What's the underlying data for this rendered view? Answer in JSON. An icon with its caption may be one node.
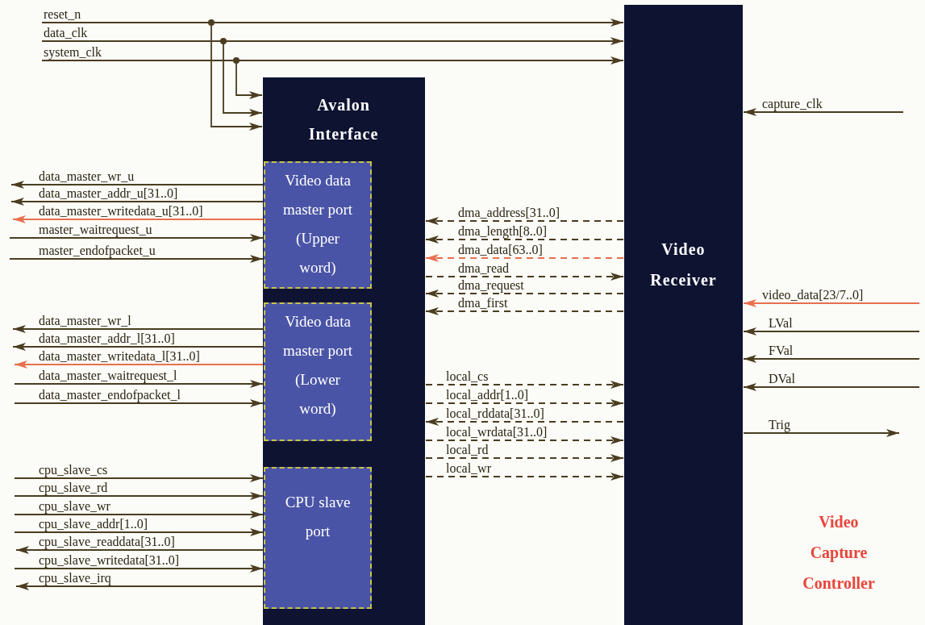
{
  "diagram": {
    "nodes": [
      {
        "text": [
          "Avalon Interface"
        ]
      },
      {
        "text": [
          "Video data master port (Upper word)"
        ],
        "in": 0
      },
      {
        "text": [
          "Video data master port (Lower word)"
        ],
        "in": 0
      },
      {
        "text": [
          "CPU slave port"
        ],
        "in": 0
      },
      {
        "text": [
          "Video Receiver"
        ]
      }
    ],
    "edges": [
      {
        "from": null,
        "to": 4,
        "arrow": "to",
        "label": "reset_n"
      },
      {
        "from": null,
        "to": 0,
        "arrow": "to"
      },
      {
        "from": null,
        "to": 4,
        "arrow": "to",
        "label": "data_clk"
      },
      {
        "from": null,
        "to": 0,
        "arrow": "to"
      },
      {
        "from": null,
        "to": 4,
        "arrow": "to",
        "label": "system_clk"
      },
      {
        "from": null,
        "to": 0,
        "arrow": "to"
      },
      {
        "from": null,
        "to": 4,
        "arrow": "to",
        "label": "capture_clk"
      },
      {
        "from": 1,
        "to": null,
        "arrow": "to",
        "label": "data_master_wr_u"
      },
      {
        "from": 1,
        "to": null,
        "arrow": "to",
        "label": "data_master_addr_u[31..0]"
      },
      {
        "from": 1,
        "to": null,
        "arrow": "to",
        "label": "data_master_writedata_u[31..0]",
        "color": "#e8704f"
      },
      {
        "from": null,
        "to": 1,
        "arrow": "to",
        "label": "master_waitrequest_u"
      },
      {
        "from": null,
        "to": 1,
        "arrow": "to",
        "label": "master_endofpacket_u"
      },
      {
        "from": 4,
        "to": 0,
        "arrow": "to",
        "label": "dma_address[31..0]",
        "style": "dashed"
      },
      {
        "from": 4,
        "to": 0,
        "arrow": "to",
        "label": "dma_length[8..0]",
        "style": "dashed"
      },
      {
        "from": 4,
        "to": 0,
        "arrow": "to",
        "label": "dma_data[63..0]",
        "style": "dashed",
        "color": "#e8704f"
      },
      {
        "from": 0,
        "to": 4,
        "arrow": "to",
        "label": "dma_read",
        "style": "dashed"
      },
      {
        "from": 4,
        "to": 0,
        "arrow": "to",
        "label": "dma_request",
        "style": "dashed"
      },
      {
        "from": 4,
        "to": 0,
        "arrow": "to",
        "label": "dma_first",
        "style": "dashed"
      },
      {
        "from": null,
        "to": 4,
        "arrow": "to",
        "label": "video_data[23/7..0]",
        "color": "#e8704f"
      },
      {
        "from": null,
        "to": 4,
        "arrow": "to",
        "label": "LVal"
      },
      {
        "from": null,
        "to": 4,
        "arrow": "to",
        "label": "FVal"
      },
      {
        "from": null,
        "to": 4,
        "arrow": "to",
        "label": "DVal"
      },
      {
        "from": 2,
        "to": null,
        "arrow": "to",
        "label": "data_master_wr_l"
      },
      {
        "from": 2,
        "to": null,
        "arrow": "to",
        "label": "data_master_addr_l[31..0]"
      },
      {
        "from": 2,
        "to": null,
        "arrow": "to",
        "label": "data_master_writedata_l[31..0]",
        "color": "#e8704f"
      },
      {
        "from": null,
        "to": 2,
        "arrow": "to",
        "label": "data_master_waitrequest_l"
      },
      {
        "from": null,
        "to": 2,
        "arrow": "to",
        "label": "data_master_endofpacket_l"
      },
      {
        "from": 0,
        "to": 4,
        "arrow": "to",
        "label": "local_cs",
        "style": "dashed"
      },
      {
        "from": 0,
        "to": 4,
        "arrow": "to",
        "label": "local_addr[1..0]",
        "style": "dashed"
      },
      {
        "from": 4,
        "to": 0,
        "arrow": "to",
        "label": "local_rddata[31..0]",
        "style": "dashed"
      },
      {
        "from": 0,
        "to": 4,
        "arrow": "to",
        "label": "local_wrdata[31..0]",
        "style": "dashed"
      },
      {
        "from": 0,
        "to": 4,
        "arrow": "to",
        "label": "local_rd",
        "style": "dashed"
      },
      {
        "from": 0,
        "to": 4,
        "arrow": "to",
        "label": "local_wr",
        "style": "dashed"
      },
      {
        "from": 4,
        "to": null,
        "arrow": "to",
        "label": "Trig"
      },
      {
        "from": null,
        "to": 3,
        "arrow": "to",
        "label": "cpu_slave_cs"
      },
      {
        "from": null,
        "to": 3,
        "arrow": "to",
        "label": "cpu_slave_rd"
      },
      {
        "from": null,
        "to": 3,
        "arrow": "to",
        "label": "cpu_slave_wr"
      },
      {
        "from": null,
        "to": 3,
        "arrow": "to",
        "label": "cpu_slave_addr[1..0]"
      },
      {
        "from": 3,
        "to": null,
        "arrow": "to",
        "label": "cpu_slave_readdata[31..0]"
      },
      {
        "from": null,
        "to": 3,
        "arrow": "to",
        "label": "cpu_slave_writedata[31..0]"
      },
      {
        "from": 3,
        "to": null,
        "arrow": "to",
        "label": "cpu_slave_irq"
      }
    ],
    "title": "Video Capture Controller"
  }
}
